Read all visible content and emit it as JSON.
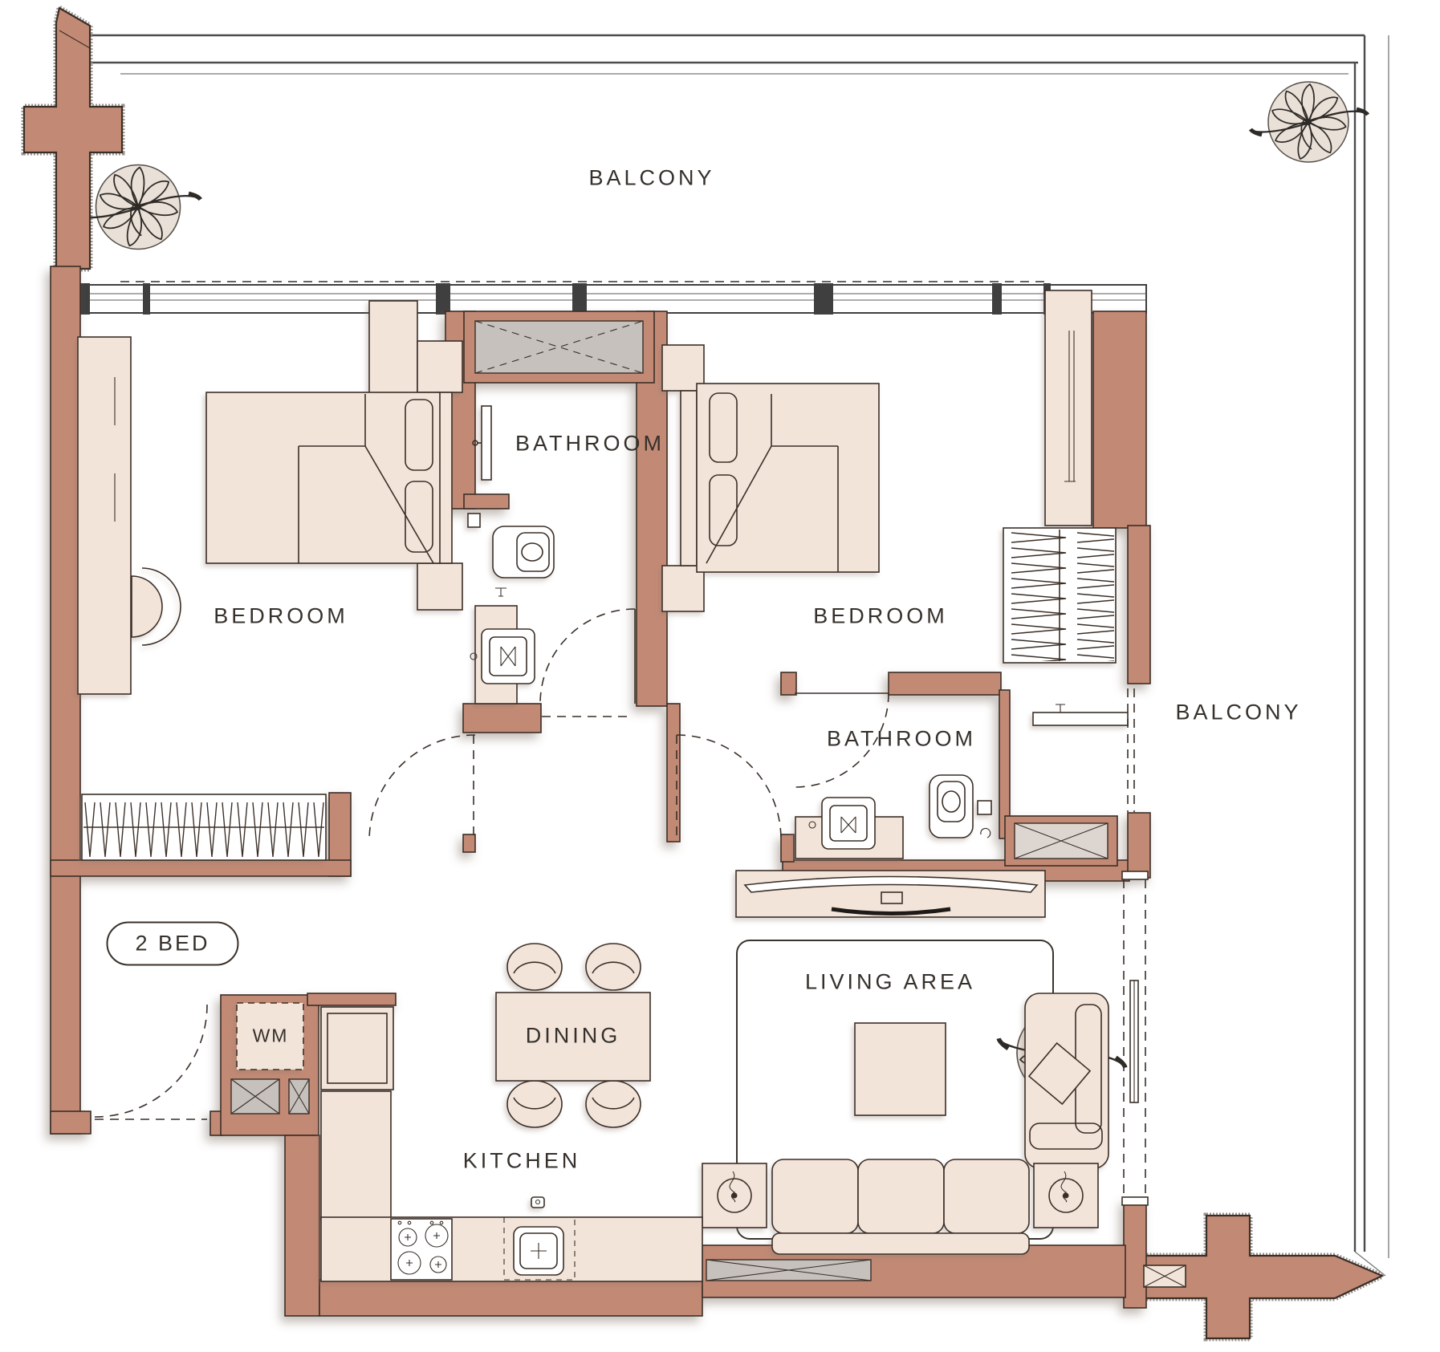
{
  "plan": {
    "badge": "2 BED",
    "labels": {
      "balcony_top": "BALCONY",
      "balcony_right": "BALCONY",
      "bedroom_left": "BEDROOM",
      "bedroom_right": "BEDROOM",
      "bathroom_top": "BATHROOM",
      "bathroom_right": "BATHROOM",
      "living": "LIVING AREA",
      "dining": "DINING",
      "kitchen": "KITCHEN",
      "washing_machine": "WM"
    },
    "colors": {
      "wall": "#c28a74",
      "furniture": "#f2e4d9",
      "outline": "#3a2f28",
      "glass": "#4c4c4c",
      "shaft": "#c6c1bd",
      "text": "#35302b"
    }
  }
}
